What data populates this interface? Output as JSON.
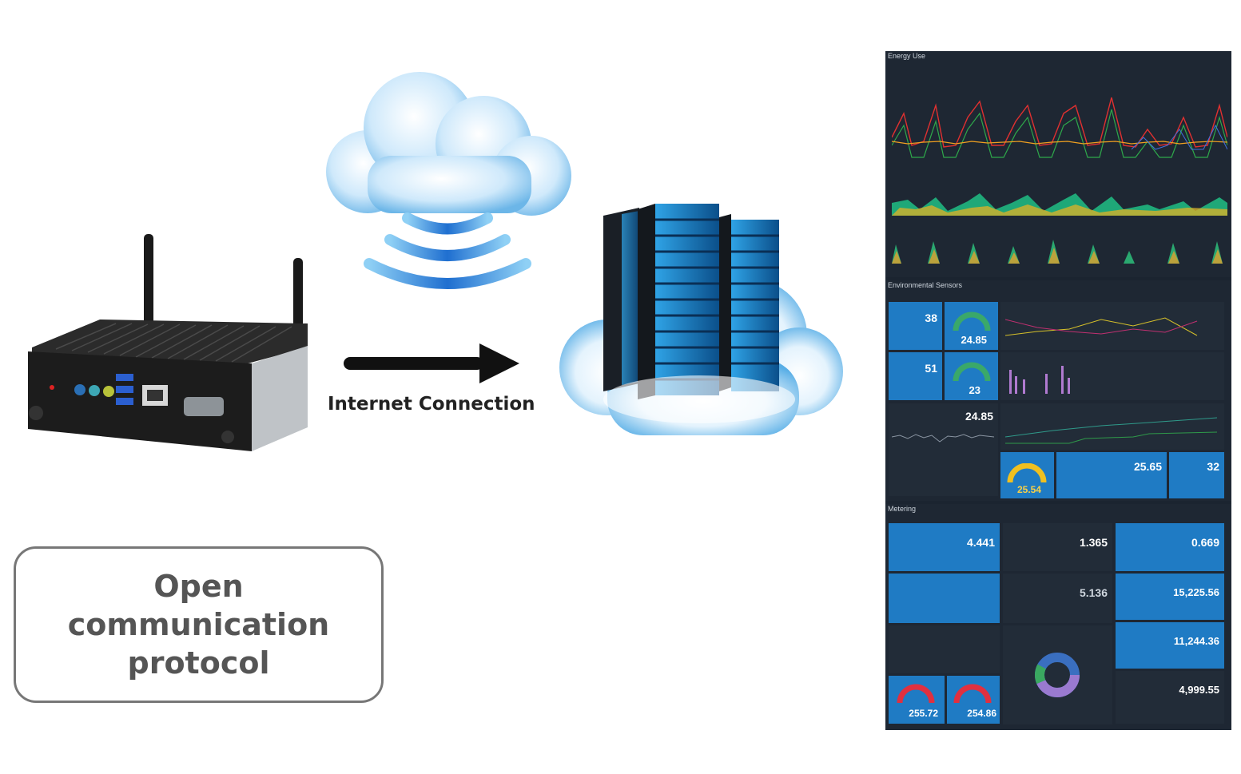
{
  "diagram": {
    "connection_label": "Internet Connection",
    "protocol_label": "Open\ncommunication\nprotocol"
  },
  "dashboard": {
    "sections": {
      "energy": "Energy Use",
      "environment": "Environmental Sensors",
      "metering": "Metering"
    },
    "env_values": {
      "indoor_humidity": "38",
      "indoor_temperature": "24.85",
      "outdoor_humidity": "51",
      "outdoor_temperature": "23",
      "indoor_temperature_big": "24.85",
      "comfort_gauge": "25.54",
      "heat_index": "25.65",
      "light_level": "32"
    },
    "metering_values": {
      "power_consuming": "4.441",
      "power_imported": "1.365",
      "power_exported": "0.669",
      "power_consumed": "5.136",
      "energy_consumed": "15,225.56",
      "energy_imported": "11,244.36",
      "energy_generated": "4,999.55",
      "voltage_mains": "255.72",
      "voltage_inverter": "254.86"
    }
  }
}
